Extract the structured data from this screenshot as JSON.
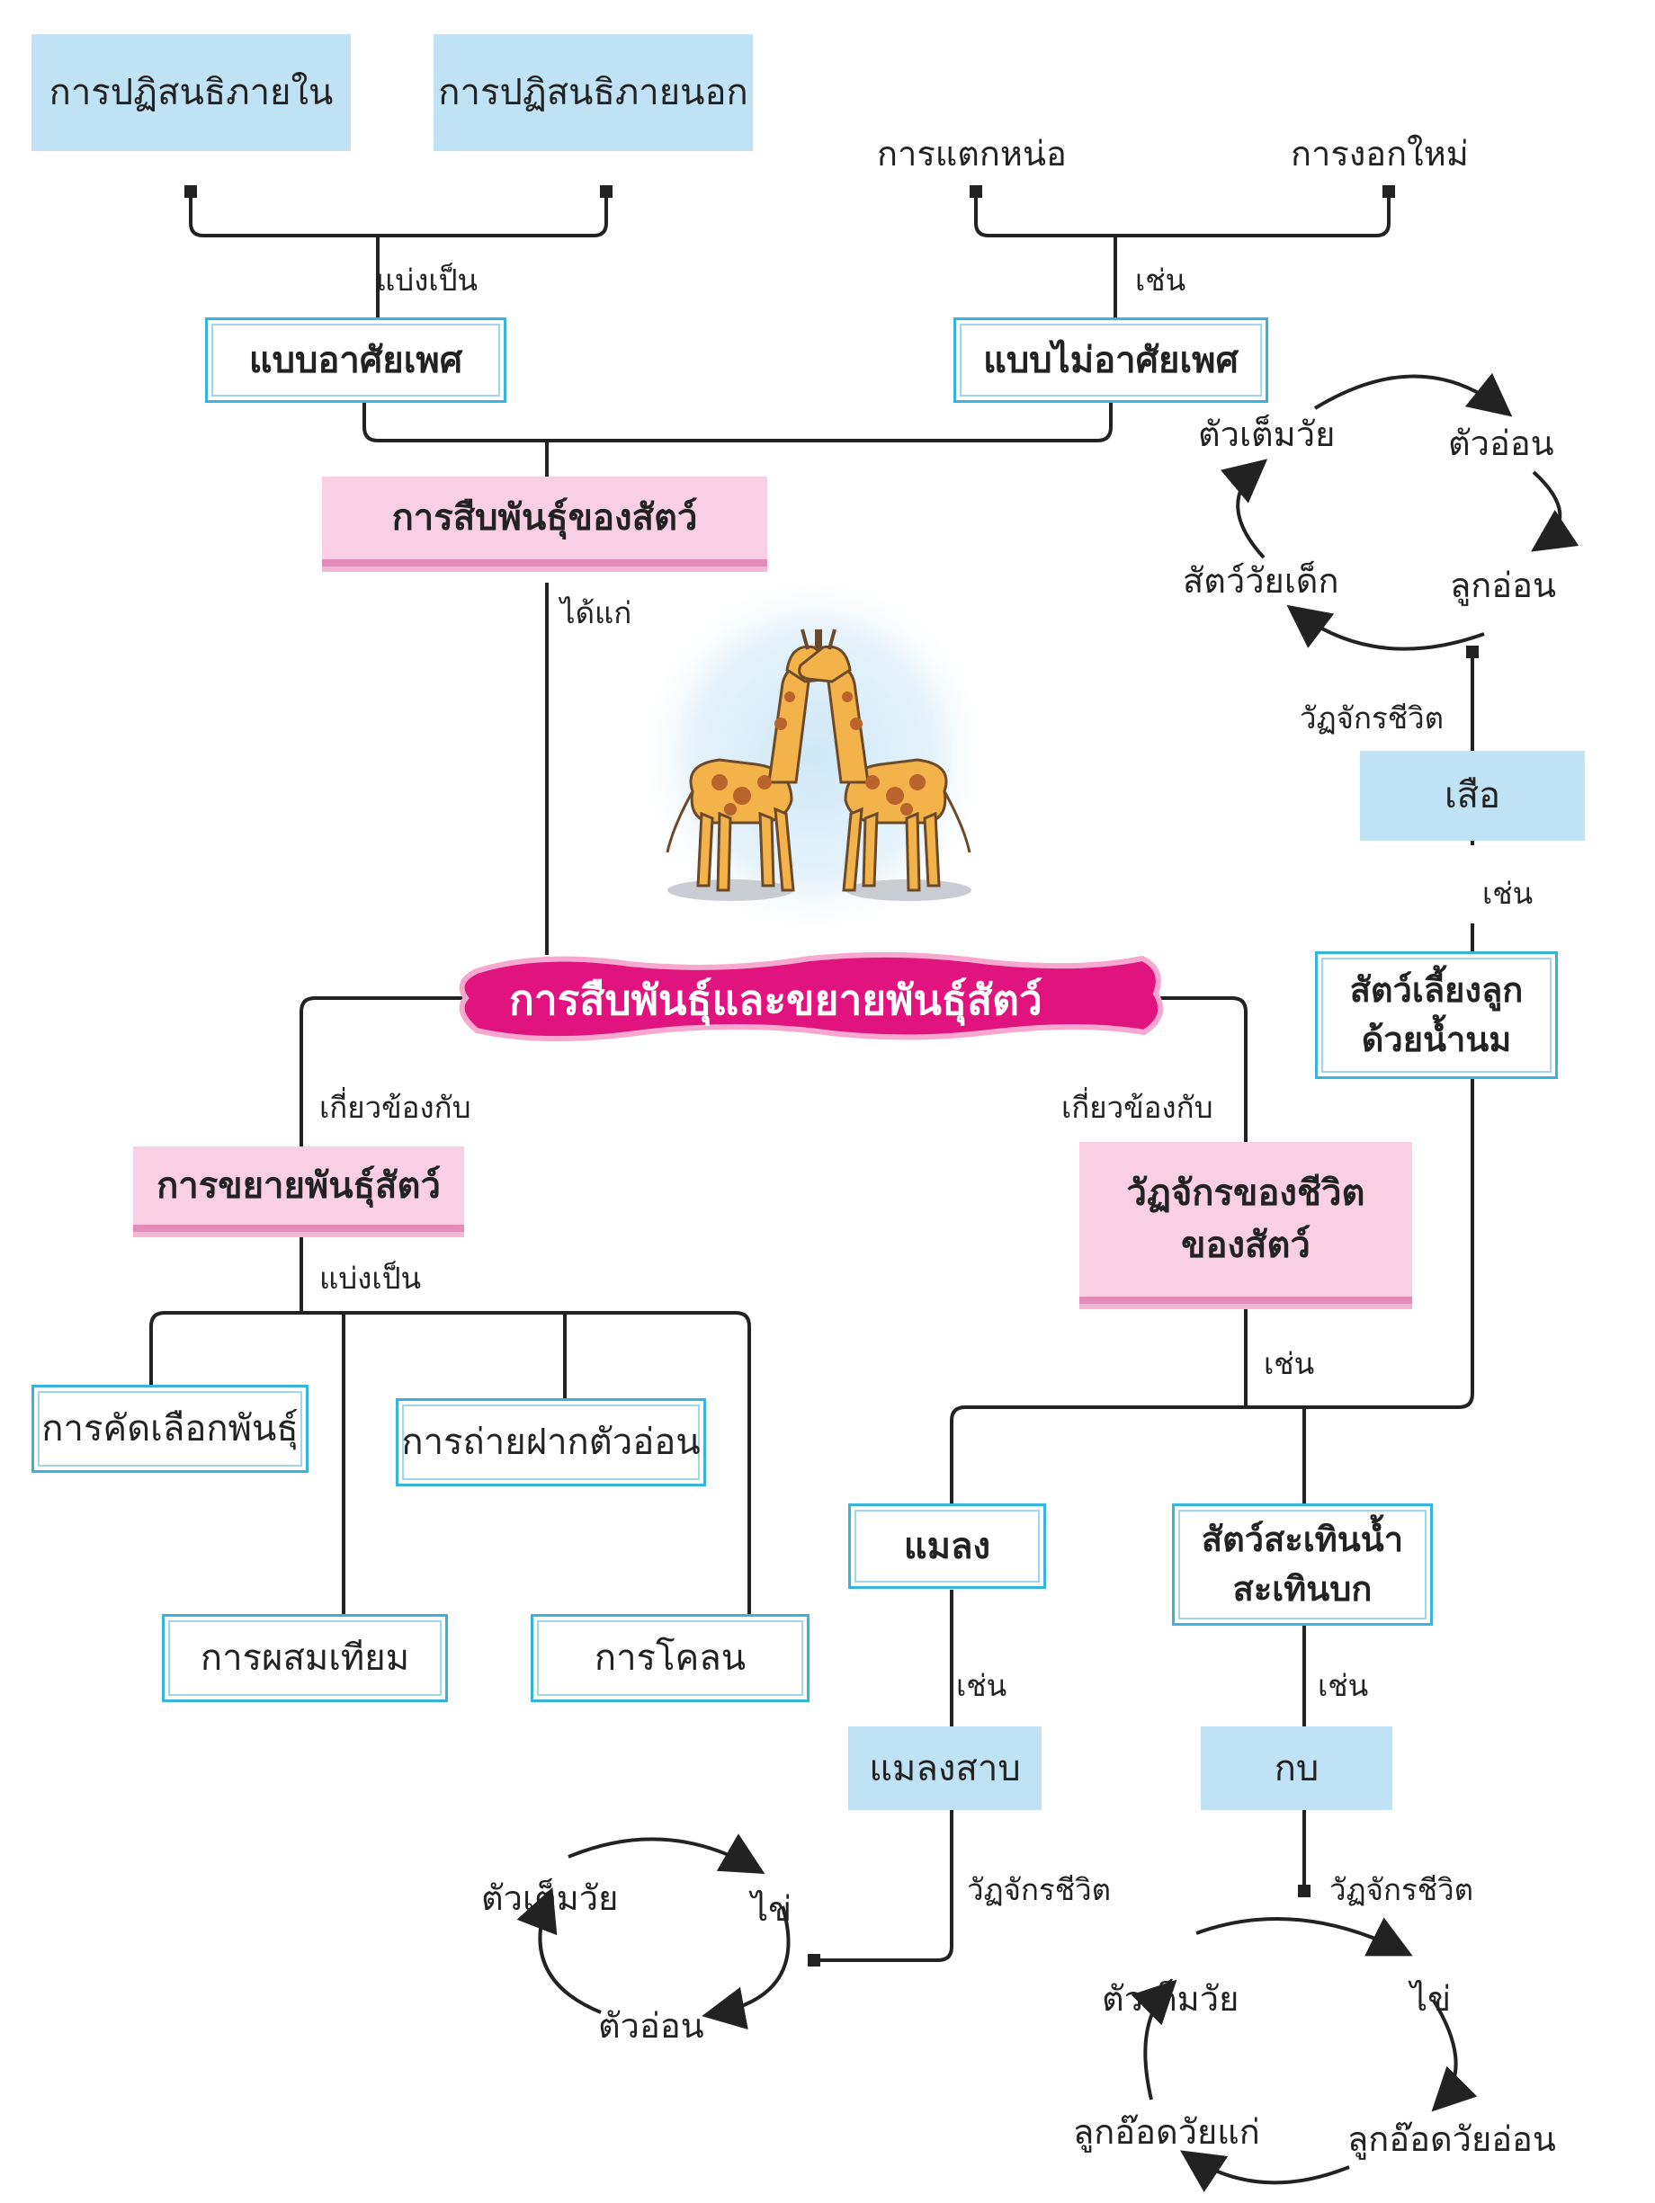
{
  "center": "การสืบพันธุ์และขยายพันธุ์สัตว์",
  "reproduction": {
    "title": "การสืบพันธุ์ของสัตว์",
    "link_includes": "ได้แก่",
    "sexual": {
      "title": "แบบอาศัยเพศ",
      "link": "แบ่งเป็น",
      "items": [
        "การปฏิสนธิภายใน",
        "การปฏิสนธิภายนอก"
      ]
    },
    "asexual": {
      "title": "แบบไม่อาศัยเพศ",
      "link": "เช่น",
      "items": [
        "การแตกหน่อ",
        "การงอกใหม่"
      ]
    }
  },
  "propagation": {
    "link_related": "เกี่ยวข้องกับ",
    "title": "การขยายพันธุ์สัตว์",
    "link": "แบ่งเป็น",
    "items": [
      "การคัดเลือกพันธุ์",
      "การถ่ายฝากตัวอ่อน",
      "การผสมเทียม",
      "การโคลน"
    ]
  },
  "life_cycle": {
    "link_related": "เกี่ยวข้องกับ",
    "title_line1": "วัฏจักรของชีวิต",
    "title_line2": "ของสัตว์",
    "link": "เช่น",
    "insect": {
      "title": "แมลง",
      "link": "เช่น",
      "example": "แมลงสาบ",
      "cycle_label": "วัฏจักรชีวิต",
      "stages": [
        "ตัวเต็มวัย",
        "ไข่",
        "ตัวอ่อน"
      ]
    },
    "amphibian": {
      "title_line1": "สัตว์สะเทินน้ำ",
      "title_line2": "สะเทินบก",
      "link": "เช่น",
      "example": "กบ",
      "cycle_label": "วัฏจักรชีวิต",
      "stages": [
        "ตัวเต็มวัย",
        "ไข่",
        "ลูกอ๊อดวัยอ่อน",
        "ลูกอ๊อดวัยแก่"
      ]
    },
    "mammal": {
      "title_line1": "สัตว์เลี้ยงลูก",
      "title_line2": "ด้วยน้ำนม",
      "link": "เช่น",
      "example": "เสือ",
      "cycle_label": "วัฏจักรชีวิต",
      "stages": [
        "ตัวเต็มวัย",
        "ตัวอ่อน",
        "ลูกอ่อน",
        "สัตว์วัยเด็ก"
      ]
    }
  },
  "colors": {
    "line": "#222222",
    "blue_fill": "#bfe3f4",
    "blue_border": "#38b3dc",
    "pink_fill": "#f8cfe3",
    "magenta": "#e0137f"
  }
}
